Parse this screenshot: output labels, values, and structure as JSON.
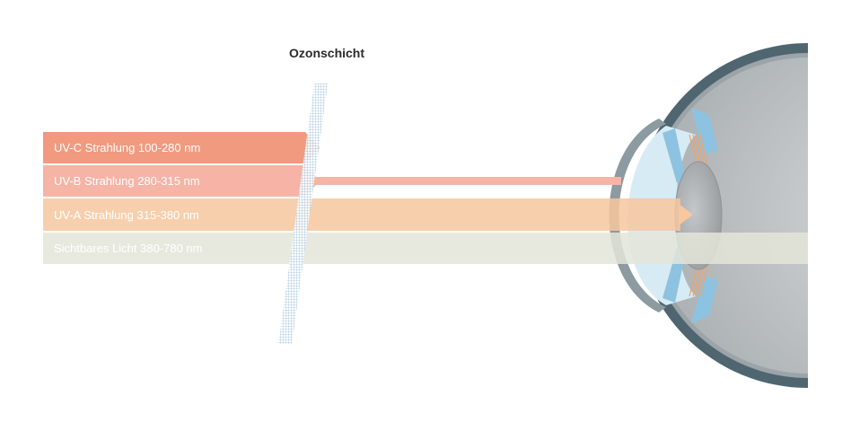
{
  "ozone_layer": {
    "label": "Ozonschicht"
  },
  "bands": [
    {
      "label": "UV-C Strahlung 100-280 nm",
      "color": "#f19a7f"
    },
    {
      "label": "UV-B Strahlung 280-315 nm",
      "color": "#f5b4a6"
    },
    {
      "label": "UV-A Strahlung 315-380 nm",
      "color": "#f7c79d"
    },
    {
      "label": "Sichtbares Licht 380-780 nm",
      "color": "#e4e5d8"
    }
  ],
  "colors": {
    "ozone_mesh": "#8fb9dc",
    "eye_outer": "#4f6570",
    "eye_inner": "#bcc0c2",
    "cornea": "#cfe6f2",
    "iris": "#8dc3e0",
    "lens": "#a8acaf",
    "ciliary_fibers": "#f0a36b"
  }
}
